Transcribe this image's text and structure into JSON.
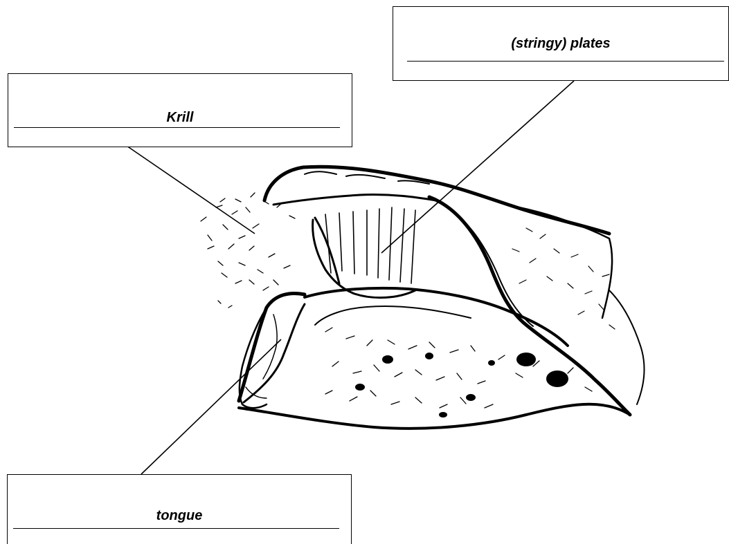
{
  "labels": {
    "krill": "Krill",
    "plates": "(stringy) plates",
    "tongue": "tongue"
  },
  "colors": {
    "ink": "#000000",
    "background": "#ffffff"
  },
  "illustration": {
    "subject": "whale-mouth-filter-feeding"
  }
}
